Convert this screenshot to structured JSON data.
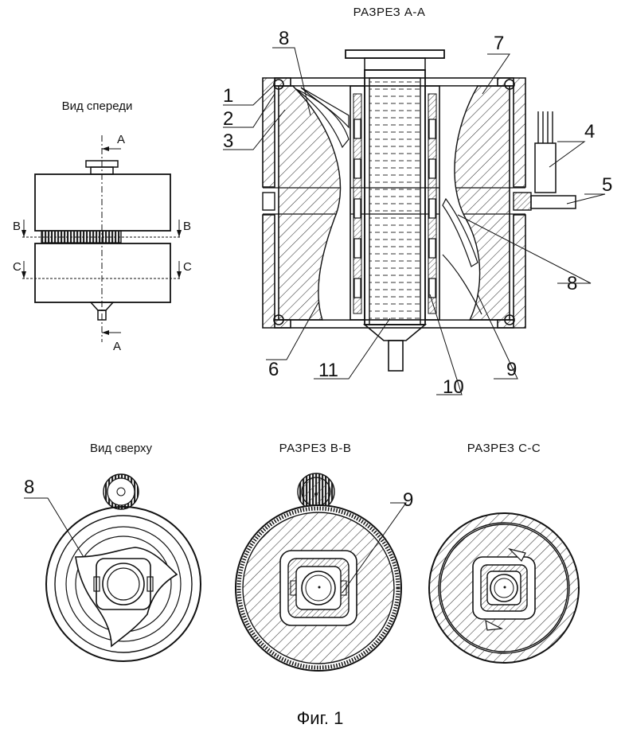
{
  "titles": {
    "section_aa": "РАЗРЕЗ А-А",
    "front_view": "Вид спереди",
    "top_view": "Вид сверху",
    "section_bb": "РАЗРЕЗ В-В",
    "section_cc": "РАЗРЕЗ С-С"
  },
  "caption": "Фиг. 1",
  "section_marks": {
    "a_top": "A",
    "a_bottom": "A",
    "b_left": "B",
    "b_right": "B",
    "c_left": "C",
    "c_right": "C"
  },
  "callouts": {
    "n1": "1",
    "n2": "2",
    "n3": "3",
    "n4": "4",
    "n5": "5",
    "n6": "6",
    "n7": "7",
    "n8_top": "8",
    "n8_right": "8",
    "n9": "9",
    "n10": "10",
    "n11": "11",
    "n8_topview": "8",
    "n9_bb": "9"
  }
}
